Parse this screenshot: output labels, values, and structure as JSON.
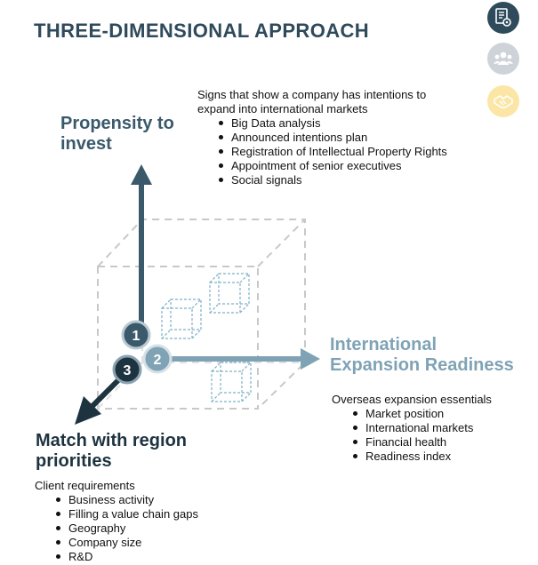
{
  "title": "THREE-DIMENSIONAL  APPROACH",
  "side_icons": [
    {
      "icon": "report-gear-icon",
      "bg": "#2e4a5b"
    },
    {
      "icon": "people-group-icon",
      "bg": "#cdd3d8"
    },
    {
      "icon": "handshake-icon",
      "bg": "#fbe6a6"
    }
  ],
  "axes": {
    "propensity": {
      "label_line1": "Propensity to",
      "label_line2": "invest",
      "number": "1",
      "color": "#3a5a6c"
    },
    "readiness": {
      "label_line1": "International",
      "label_line2": "Expansion Readiness",
      "number": "2",
      "color": "#7fa3b5"
    },
    "region": {
      "label_line1": "Match with region",
      "label_line2": "priorities",
      "number": "3",
      "color": "#1e3340"
    }
  },
  "propensity_block": {
    "intro": "Signs that show a company has intentions to\nexpand into international markets",
    "items": [
      "Big Data analysis",
      "Announced intentions plan",
      "Registration of Intellectual Property Rights",
      "Appointment  of senior executives",
      "Social signals"
    ]
  },
  "readiness_block": {
    "intro": "Overseas expansion essentials",
    "items": [
      "Market position",
      "International  markets",
      "Financial health",
      "Readiness index"
    ]
  },
  "region_block": {
    "intro": "Client requirements",
    "items": [
      "Business  activity",
      "Filling  a value chain gaps",
      "Geography",
      "Company  size",
      "R&D"
    ]
  }
}
